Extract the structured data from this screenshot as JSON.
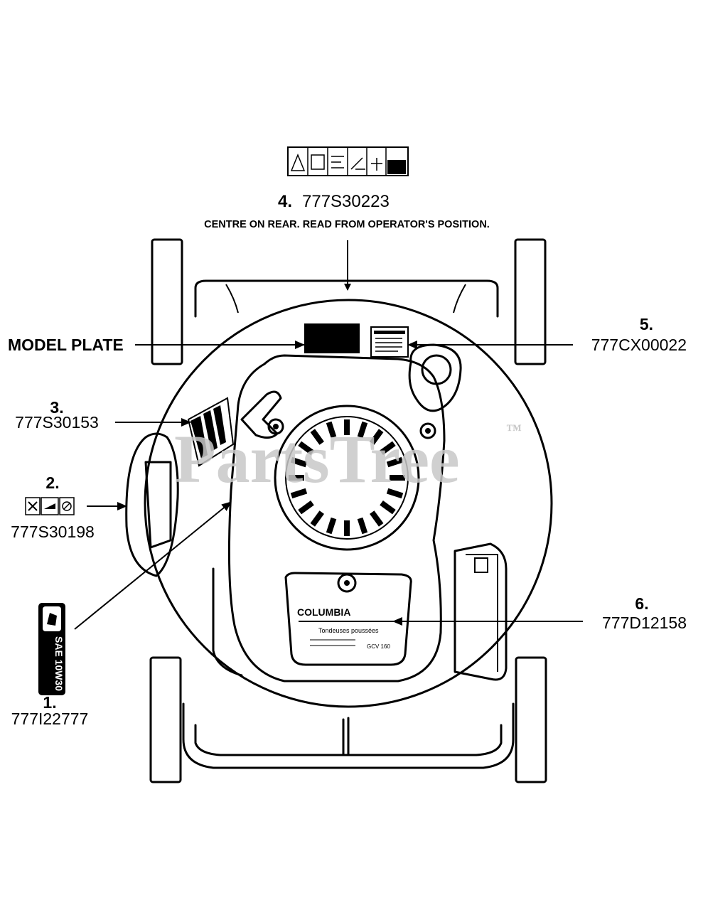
{
  "watermark": {
    "text": "PartsTree",
    "tm": "™"
  },
  "callouts": {
    "c4": {
      "number": "4.",
      "part": "777S30223",
      "note": "CENTRE ON REAR. READ FROM OPERATOR'S POSITION."
    },
    "model_plate": {
      "label": "MODEL PLATE"
    },
    "c5": {
      "number": "5.",
      "part": "777CX00022"
    },
    "c3": {
      "number": "3.",
      "part": "777S30153"
    },
    "c2": {
      "number": "2.",
      "part": "777S30198"
    },
    "c1": {
      "number": "1.",
      "part": "777I22777",
      "decal_text": "SAE 10W30"
    },
    "c6": {
      "number": "6.",
      "part": "777D12158"
    }
  },
  "engine_decal": {
    "brand": "COLUMBIA",
    "line1": "Tondeuses poussées",
    "line2": "GCV 160"
  }
}
